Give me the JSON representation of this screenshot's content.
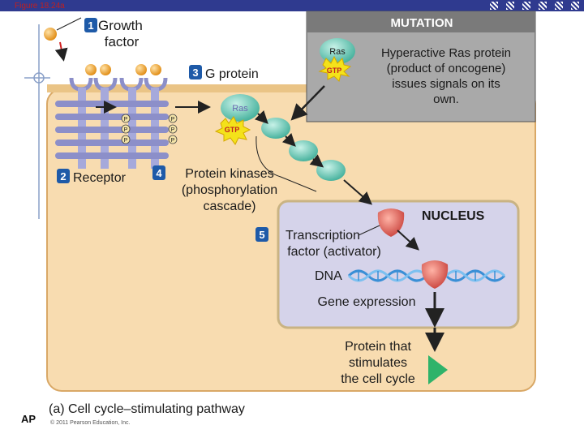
{
  "figure_label": "Figure 18.24a",
  "caption": "(a) Cell cycle–stimulating pathway",
  "corner_label": "AP",
  "copyright": "© 2011 Pearson Education, Inc.",
  "mutation_box": {
    "title": "MUTATION",
    "ras_label": "Ras",
    "gtp_label": "GTP",
    "lines": [
      "Hyperactive Ras protein",
      "(product of oncogene)",
      "issues signals on its",
      "own."
    ]
  },
  "steps": [
    {
      "num": "1",
      "lines": [
        "Growth",
        "factor"
      ]
    },
    {
      "num": "2",
      "lines": [
        "Receptor"
      ]
    },
    {
      "num": "3",
      "lines": [
        "G protein"
      ]
    },
    {
      "num": "4",
      "lines": [
        "Protein kinases",
        "(phosphorylation",
        "cascade)"
      ]
    },
    {
      "num": "5",
      "lines": [
        "Transcription",
        "factor (activator)"
      ]
    }
  ],
  "ras_label": "Ras",
  "gtp_label": "GTP",
  "phosphate_label": "P",
  "nucleus_label": "NUCLEUS",
  "dna_label": "DNA",
  "gene_expression_label": "Gene expression",
  "protein_lines": [
    "Protein that",
    "stimulates",
    "the cell cycle"
  ],
  "colors": {
    "cell": "#f8dcb0",
    "cell_border": "#d9a866",
    "nucleus": "#d5d3ea",
    "mutation_box": "#a9a9a9",
    "kinase": "#5ec7b3",
    "receptor": "#8c8fc9",
    "growth_factor": "#f0a030",
    "transcription_factor": "#e0605a",
    "dna": "#3a8fd6",
    "protein_triangle": "#2fb36a",
    "step_badge": "#1e5aa8"
  }
}
